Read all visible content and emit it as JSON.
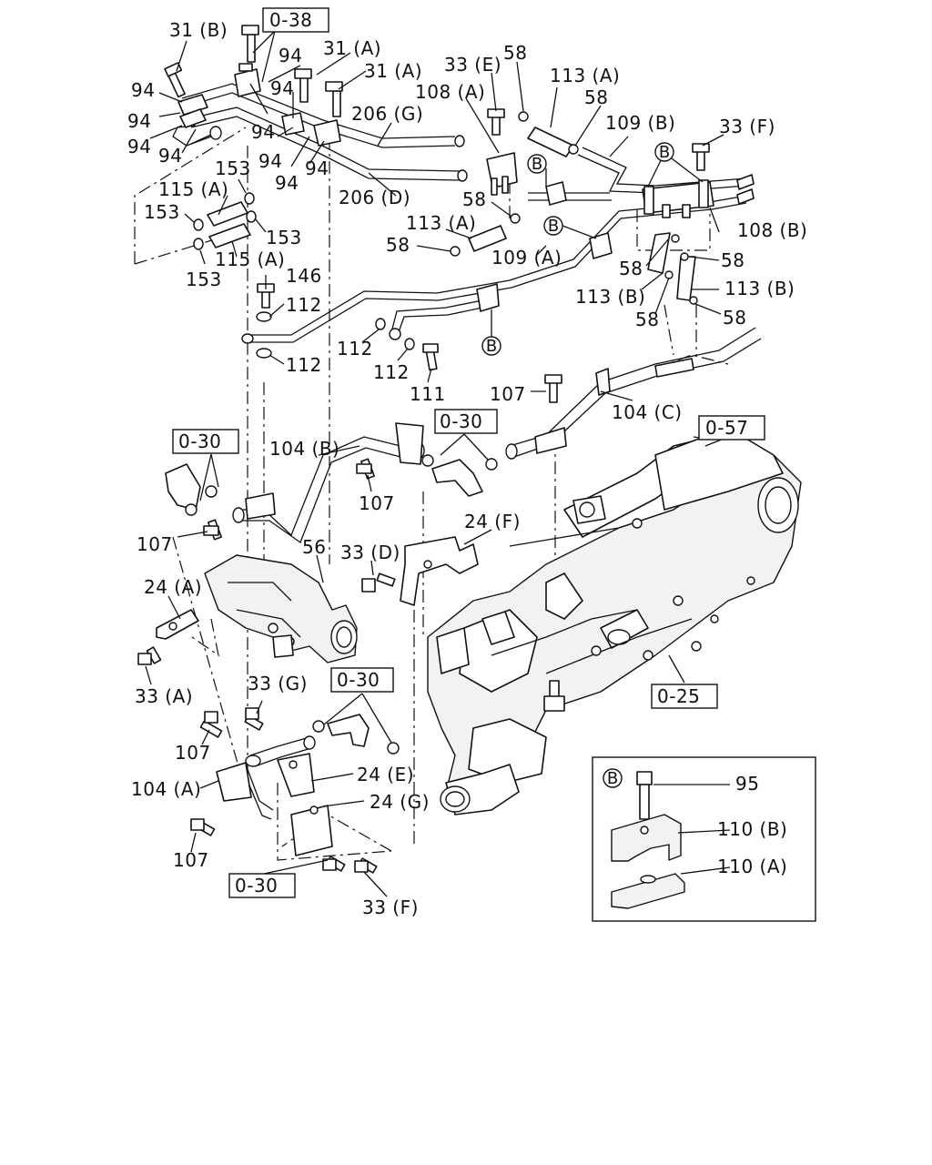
{
  "callouts": [
    {
      "id": "c1",
      "text": "31 (B)"
    },
    {
      "id": "c2",
      "text": "0-38"
    },
    {
      "id": "c3",
      "text": "94"
    },
    {
      "id": "c4",
      "text": "31 (A)"
    },
    {
      "id": "c5",
      "text": "31 (A)"
    },
    {
      "id": "c6",
      "text": "94"
    },
    {
      "id": "c7",
      "text": "94"
    },
    {
      "id": "c8",
      "text": "94"
    },
    {
      "id": "c9",
      "text": "94"
    },
    {
      "id": "c10",
      "text": "94"
    },
    {
      "id": "c11",
      "text": "94"
    },
    {
      "id": "c12",
      "text": "94"
    },
    {
      "id": "c13",
      "text": "94"
    },
    {
      "id": "c14",
      "text": "94"
    },
    {
      "id": "c15",
      "text": "206 (G)"
    },
    {
      "id": "c16",
      "text": "206 (D)"
    },
    {
      "id": "c17",
      "text": "33 (E)"
    },
    {
      "id": "c18",
      "text": "58"
    },
    {
      "id": "c19",
      "text": "113 (A)"
    },
    {
      "id": "c20",
      "text": "108 (A)"
    },
    {
      "id": "c21",
      "text": "58"
    },
    {
      "id": "c22",
      "text": "109 (B)"
    },
    {
      "id": "c23",
      "text": "33 (F)"
    },
    {
      "id": "c24",
      "text": "153"
    },
    {
      "id": "c25",
      "text": "115 (A)"
    },
    {
      "id": "c26",
      "text": "153"
    },
    {
      "id": "c27",
      "text": "153"
    },
    {
      "id": "c28",
      "text": "115 (A)"
    },
    {
      "id": "c29",
      "text": "153"
    },
    {
      "id": "c30",
      "text": "58"
    },
    {
      "id": "c31",
      "text": "113 (A)"
    },
    {
      "id": "c32",
      "text": "58"
    },
    {
      "id": "c33",
      "text": "109 (A)"
    },
    {
      "id": "c34",
      "text": "108 (B)"
    },
    {
      "id": "c35",
      "text": "58"
    },
    {
      "id": "c36",
      "text": "58"
    },
    {
      "id": "c37",
      "text": "146"
    },
    {
      "id": "c38",
      "text": "112"
    },
    {
      "id": "c39",
      "text": "113 (B)"
    },
    {
      "id": "c40",
      "text": "113 (B)"
    },
    {
      "id": "c41",
      "text": "58"
    },
    {
      "id": "c42",
      "text": "58"
    },
    {
      "id": "c43",
      "text": "112"
    },
    {
      "id": "c44",
      "text": "112"
    },
    {
      "id": "c45",
      "text": "112"
    },
    {
      "id": "c46",
      "text": "111"
    },
    {
      "id": "c47",
      "text": "107"
    },
    {
      "id": "c48",
      "text": "104 (C)"
    },
    {
      "id": "c49",
      "text": "0-30"
    },
    {
      "id": "c50",
      "text": "0-57"
    },
    {
      "id": "c51",
      "text": "0-30"
    },
    {
      "id": "c52",
      "text": "104 (B)"
    },
    {
      "id": "c53",
      "text": "107"
    },
    {
      "id": "c54",
      "text": "24 (F)"
    },
    {
      "id": "c55",
      "text": "107"
    },
    {
      "id": "c56",
      "text": "56"
    },
    {
      "id": "c57",
      "text": "33 (D)"
    },
    {
      "id": "c58",
      "text": "24 (A)"
    },
    {
      "id": "c59",
      "text": "33 (A)"
    },
    {
      "id": "c60",
      "text": "0-25"
    },
    {
      "id": "c61",
      "text": "0-30"
    },
    {
      "id": "c62",
      "text": "33 (G)"
    },
    {
      "id": "c63",
      "text": "107"
    },
    {
      "id": "c64",
      "text": "24 (E)"
    },
    {
      "id": "c65",
      "text": "104 (A)"
    },
    {
      "id": "c66",
      "text": "24 (G)"
    },
    {
      "id": "c67",
      "text": "107"
    },
    {
      "id": "c68",
      "text": "0-30"
    },
    {
      "id": "c69",
      "text": "33 (F)"
    },
    {
      "id": "c70",
      "text": "95"
    },
    {
      "id": "c71",
      "text": "110 (B)"
    },
    {
      "id": "c72",
      "text": "110 (A)"
    }
  ],
  "clip_markers": {
    "letter": "B"
  }
}
